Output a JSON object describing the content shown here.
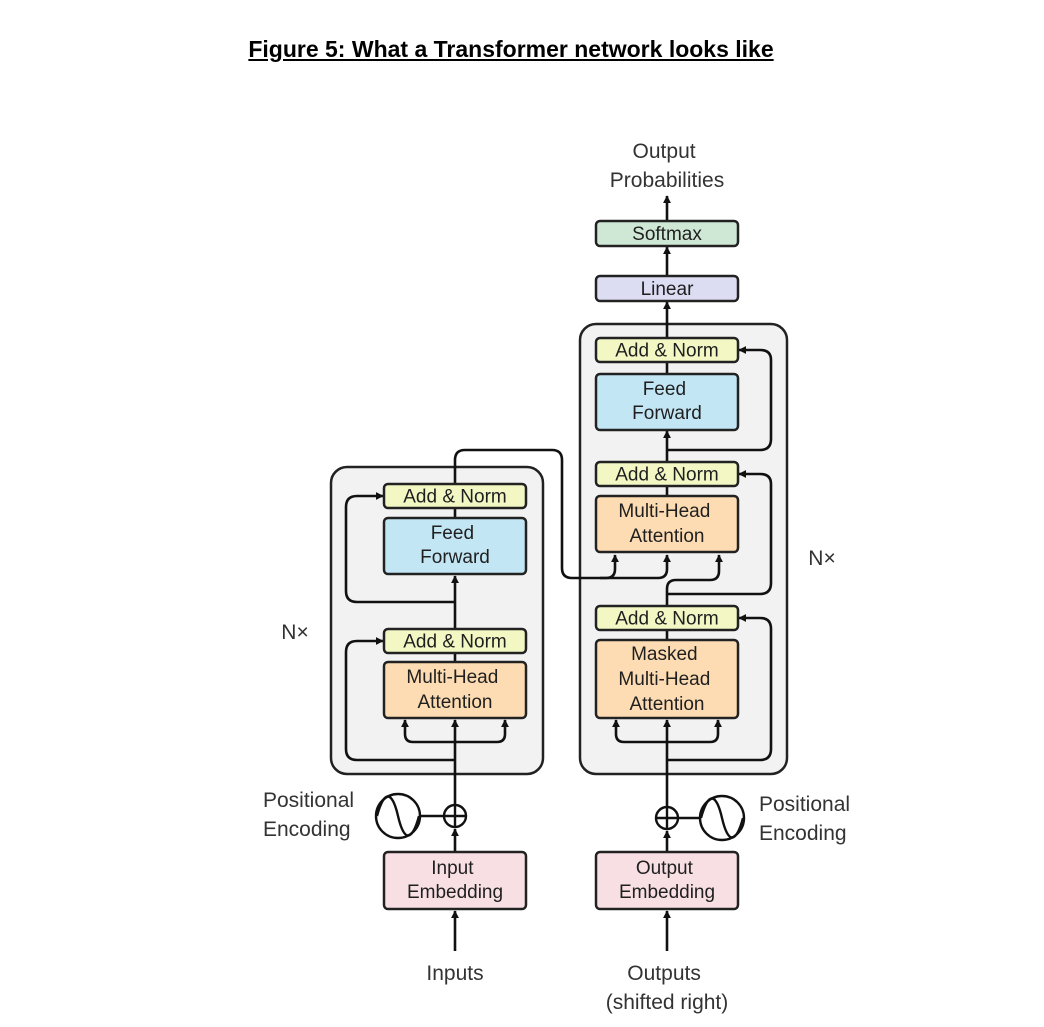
{
  "title": "Figure 5: What a Transformer network looks like",
  "colors": {
    "add_norm": "#f3f7c4",
    "feed_forward": "#c3e6f5",
    "attention": "#fddcb3",
    "embedding": "#f7dfe3",
    "linear": "#dcdcf3",
    "softmax": "#cfe8d5",
    "block_bg": "#f2f2f2"
  },
  "encoder": {
    "repeat_label": "N×",
    "add_norm_top": "Add & Norm",
    "feed_forward": [
      "Feed",
      "Forward"
    ],
    "add_norm_bottom": "Add & Norm",
    "attention": [
      "Multi-Head",
      "Attention"
    ]
  },
  "decoder": {
    "repeat_label": "N×",
    "add_norm_top": "Add & Norm",
    "feed_forward": [
      "Feed",
      "Forward"
    ],
    "add_norm_mid": "Add & Norm",
    "cross_attention": [
      "Multi-Head",
      "Attention"
    ],
    "add_norm_bottom": "Add & Norm",
    "masked_attention": [
      "Masked",
      "Multi-Head",
      "Attention"
    ]
  },
  "head": {
    "linear": "Linear",
    "softmax": "Softmax",
    "output": [
      "Output",
      "Probabilities"
    ]
  },
  "input_side": {
    "embedding": [
      "Input",
      "Embedding"
    ],
    "positional": [
      "Positional",
      "Encoding"
    ],
    "label": "Inputs"
  },
  "output_side": {
    "embedding": [
      "Output",
      "Embedding"
    ],
    "positional": [
      "Positional",
      "Encoding"
    ],
    "label": [
      "Outputs",
      "(shifted right)"
    ]
  }
}
